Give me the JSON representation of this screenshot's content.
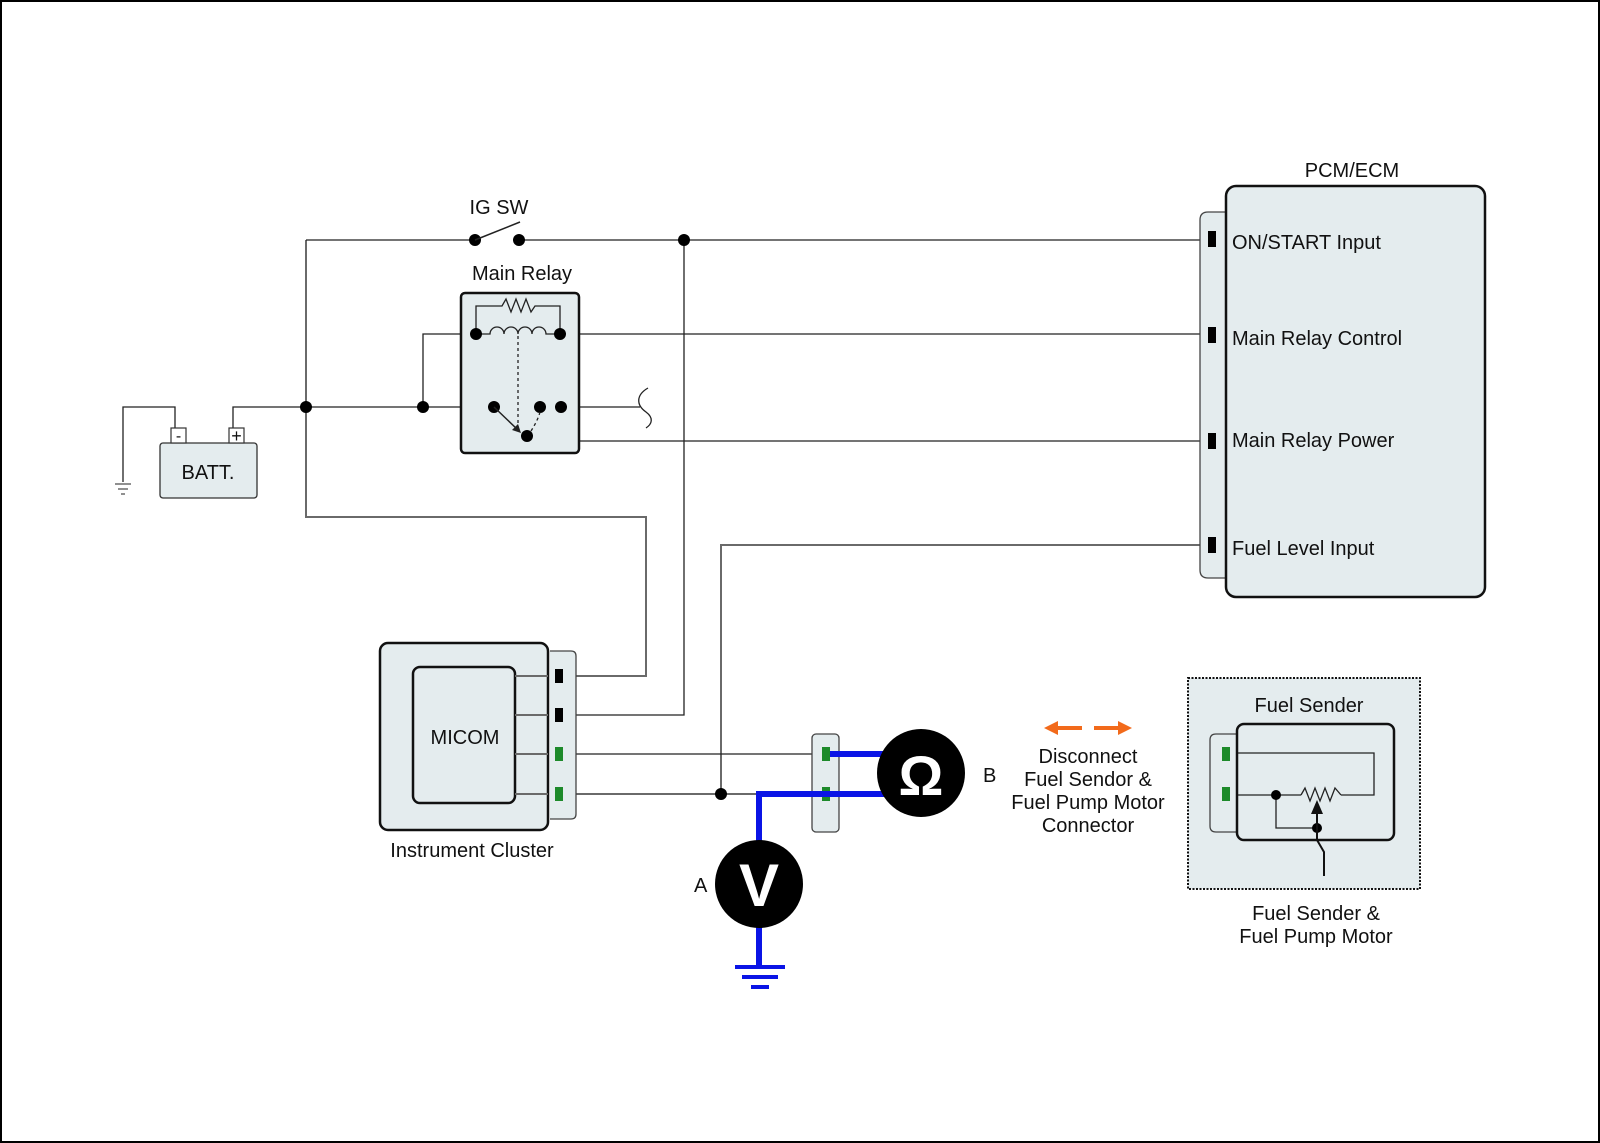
{
  "diagram": {
    "title": "Fuel Level Sensor Circuit Inspection",
    "colors": {
      "probe_wire": "#0a14e6",
      "arrow": "#f26a1b",
      "pin_signal": "#1d8a2a",
      "pin_standard": "#000000",
      "component_fill": "#e4ecee"
    },
    "components": {
      "battery": {
        "label": "BATT.",
        "neg_terminal": "-",
        "pos_terminal": "+"
      },
      "ig_switch": {
        "label": "IG SW"
      },
      "main_relay": {
        "label": "Main Relay"
      },
      "pcm": {
        "label": "PCM/ECM",
        "pins": [
          {
            "label": "ON/START Input"
          },
          {
            "label": "Main Relay Control"
          },
          {
            "label": "Main Relay Power"
          },
          {
            "label": "Fuel Level Input"
          }
        ]
      },
      "instrument_cluster": {
        "label": "Instrument Cluster",
        "inner_label": "MICOM"
      },
      "voltmeter": {
        "symbol": "V",
        "tag": "A"
      },
      "ohmmeter": {
        "symbol": "Ω",
        "tag": "B"
      },
      "disconnect_note": {
        "lines": [
          "Disconnect",
          "Fuel Sendor &",
          "Fuel Pump Motor",
          "Connector"
        ]
      },
      "fuel_sender": {
        "label": "Fuel Sender",
        "caption_lines": [
          "Fuel Sender &",
          "Fuel Pump Motor"
        ]
      }
    }
  }
}
